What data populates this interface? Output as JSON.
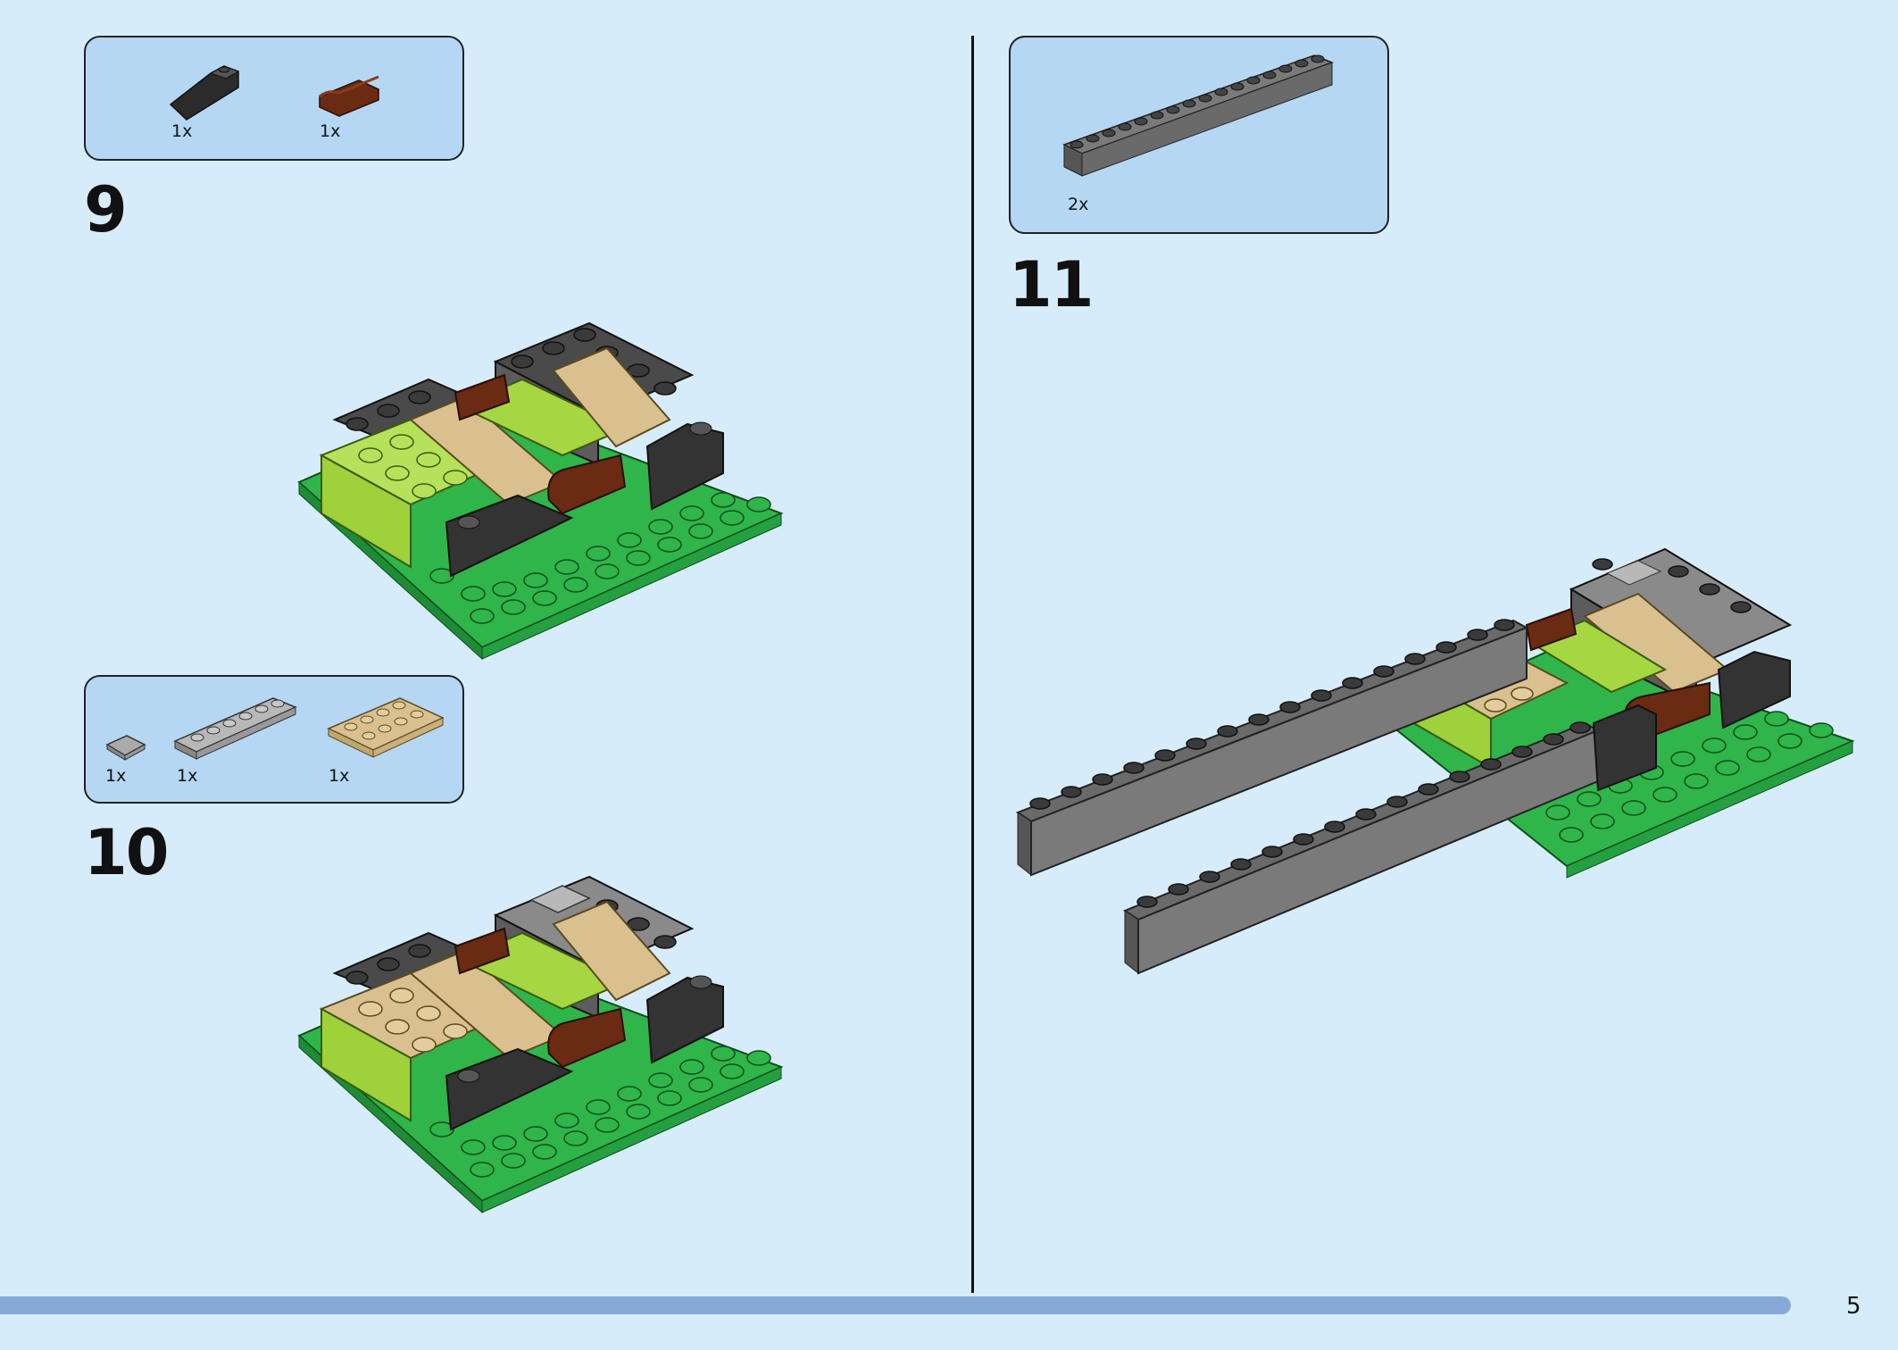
{
  "steps": [
    {
      "number": "9",
      "parts": [
        {
          "qty": "1x",
          "icon": "black-slope-brick-icon"
        },
        {
          "qty": "1x",
          "icon": "brown-curved-brick-icon"
        }
      ]
    },
    {
      "number": "10",
      "parts": [
        {
          "qty": "1x",
          "icon": "gray-tile-icon"
        },
        {
          "qty": "1x",
          "icon": "gray-plate-1x6-icon"
        },
        {
          "qty": "1x",
          "icon": "tan-plate-2x4-icon"
        }
      ]
    },
    {
      "number": "11",
      "parts": [
        {
          "qty": "2x",
          "icon": "dark-gray-brick-1x16-icon"
        }
      ]
    }
  ],
  "progress": {
    "fraction": 0.99
  },
  "page_number": "5",
  "colors": {
    "background": "#d7ecfa",
    "parts_box": "#b5d7f3",
    "progress_fill": "#86a9d8",
    "green_base": "#2fb54a",
    "lime": "#9ed13a",
    "tan": "#d9c08e",
    "dark_gray": "#3a3a3a",
    "brown": "#6b2a12"
  }
}
